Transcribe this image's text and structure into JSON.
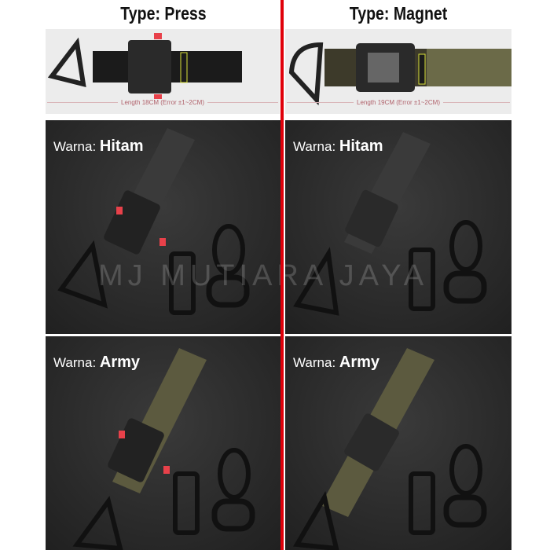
{
  "columns": [
    {
      "title": "Type: Press",
      "length_label": "Length 18CM (Error ±1~2CM)",
      "variants": [
        {
          "prefix": "Warna:",
          "color": "Hitam"
        },
        {
          "prefix": "Warna:",
          "color": "Army"
        }
      ]
    },
    {
      "title": "Type: Magnet",
      "length_label": "Length 19CM (Error ±1~2CM)",
      "variants": [
        {
          "prefix": "Warna:",
          "color": "Hitam"
        },
        {
          "prefix": "Warna:",
          "color": "Army"
        }
      ]
    }
  ],
  "watermark": "MJ MUTIARA JAYA",
  "colors": {
    "divider": "#e0000a",
    "press_button": "#e8414a",
    "brand_text": "#d8e03a"
  }
}
